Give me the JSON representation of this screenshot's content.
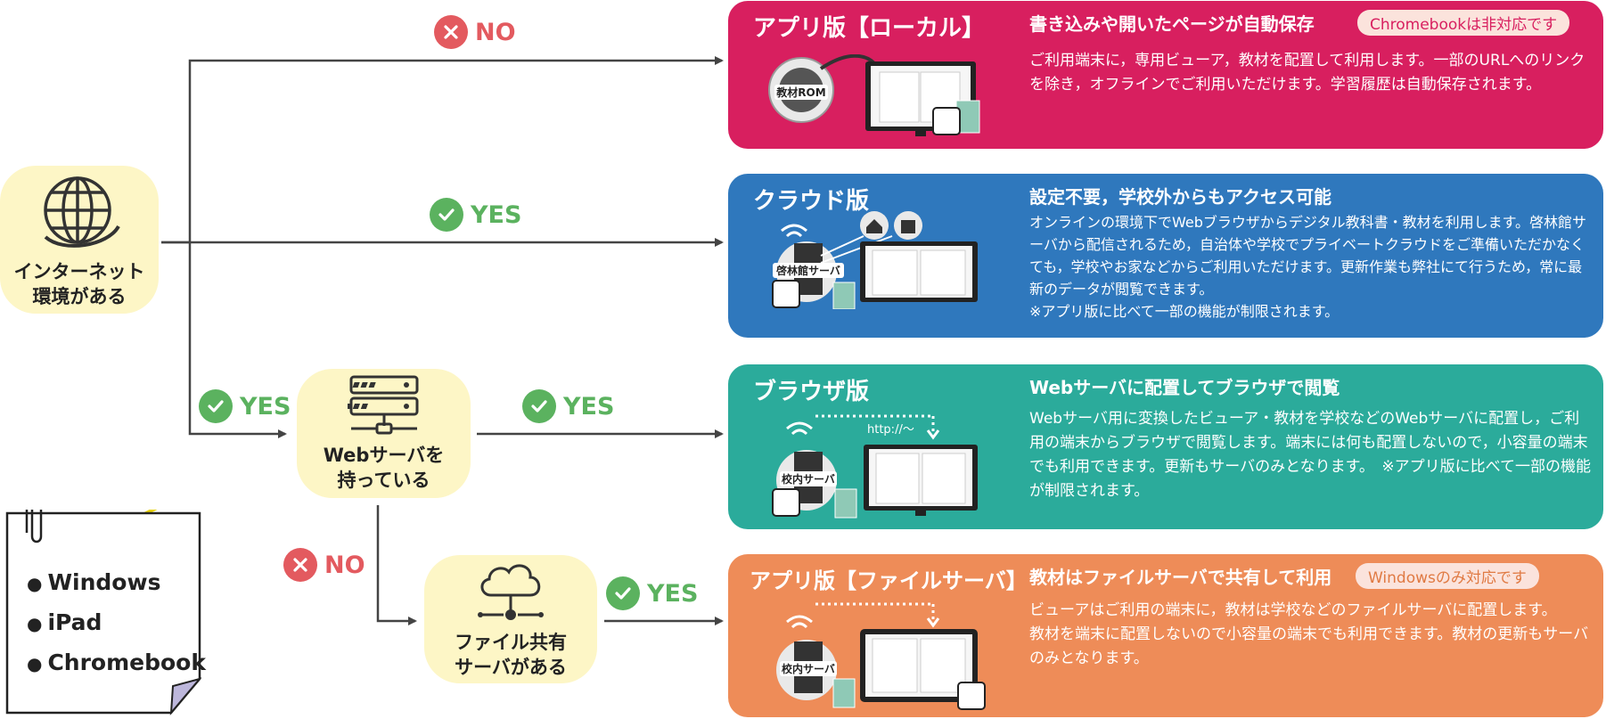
{
  "nodes": {
    "internet": "インターネット\n環境がある",
    "webserver": "Webサーバを\n持っている",
    "fileshare": "ファイル共有\nサーバがある"
  },
  "decisions": {
    "top_no": "NO",
    "mid_yes": "YES",
    "left_yes": "YES",
    "webserver_yes": "YES",
    "webserver_no": "NO",
    "fileshare_yes": "YES"
  },
  "cards": {
    "local": {
      "title": "アプリ版【ローカル】",
      "headline": "書き込みや開いたページが自動保存",
      "badge": "Chromebookは非対応です",
      "description": "ご利用端末に，専用ビューア，教材を配置して利用します。一部のURLへのリンクを除き，オフラインでご利用いただけます。学習履歴は自動保存されます。",
      "illus_label": "教材ROM",
      "color": "#d81f5f"
    },
    "cloud": {
      "title": "クラウド版",
      "headline": "設定不要，学校外からもアクセス可能",
      "description": "オンラインの環境下でWebブラウザからデジタル教科書・教材を利用します。啓林館サーバから配信されるため，自治体や学校でプライベートクラウドをご準備いただかなくても，学校やお家などからご利用いただけます。更新作業も弊社にて行うため，常に最新のデータが閲覧できます。\n※アプリ版に比べて一部の機能が制限されます。",
      "illus_label": "啓林館サーバ",
      "color": "#2f78bd"
    },
    "browser": {
      "title": "ブラウザ版",
      "headline": "Webサーバに配置してブラウザで閲覧",
      "description": "Webサーバ用に変換したビューア・教材を学校などのWebサーバに配置し，ご利用の端末からブラウザで閲覧します。端末には何も配置しないので，小容量の端末でも利用できます。更新もサーバのみとなります。　※アプリ版に比べて一部の機能が制限されます。",
      "illus_label": "校内サーバ",
      "url_label": "http://～",
      "color": "#2bab9b"
    },
    "fileserver": {
      "title": "アプリ版【ファイルサーバ】",
      "headline": "教材はファイルサーバで共有して利用",
      "badge": "Windowsのみ対応です",
      "description": "ビューアはご利用の端末に，教材は学校などのファイルサーバに配置します。\n教材を端末に配置しないので小容量の端末でも利用できます。教材の更新もサーバのみとなります。",
      "illus_label": "校内サーバ",
      "color": "#ee8c58"
    }
  },
  "note": {
    "items": [
      "Windows",
      "iPad",
      "Chromebook"
    ]
  },
  "icons": {
    "internet": "globe-icon",
    "webserver": "server-rack-icon",
    "fileshare": "cloud-network-icon",
    "yes": "check-circle-icon",
    "no": "x-circle-icon",
    "note": "paperclip-note-icon"
  },
  "colors": {
    "yes": "#5bb25f",
    "no": "#e35a5f",
    "node_bg": "#fdf6c6",
    "connector": "#444444"
  }
}
